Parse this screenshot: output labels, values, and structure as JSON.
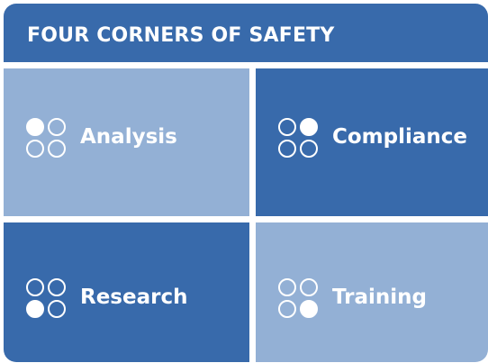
{
  "colors": {
    "dark_blue": "#386aab",
    "light_blue": "#93b0d5",
    "white": "#ffffff"
  },
  "header": {
    "title": "FOUR CORNERS OF SAFETY"
  },
  "quadrants": [
    {
      "label": "Analysis",
      "color": "#93b0d5",
      "filled_circle": "top-left",
      "icon": "four-circles-top-left-filled-icon"
    },
    {
      "label": "Compliance",
      "color": "#386aab",
      "filled_circle": "top-right",
      "icon": "four-circles-top-right-filled-icon"
    },
    {
      "label": "Research",
      "color": "#386aab",
      "filled_circle": "bottom-left",
      "icon": "four-circles-bottom-left-filled-icon"
    },
    {
      "label": "Training",
      "color": "#93b0d5",
      "filled_circle": "bottom-right",
      "icon": "four-circles-bottom-right-filled-icon"
    }
  ]
}
